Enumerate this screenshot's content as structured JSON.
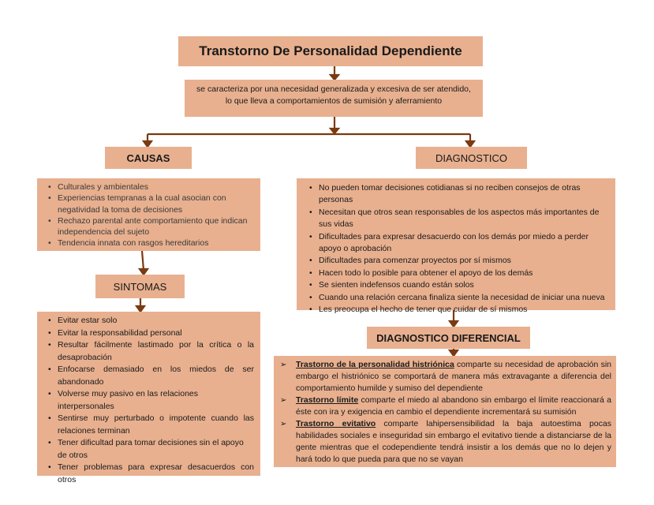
{
  "title": "Transtorno De Personalidad Dependiente",
  "description": "se caracteriza por una necesidad generalizada y excesiva de ser atendido, lo que lleva a comportamientos de sumisión y aferramiento",
  "causas": {
    "header": "CAUSAS",
    "items": [
      "Culturales y ambientales",
      "Experiencias tempranas a la cual asocian con negatividad la toma de decisiones",
      "Rechazo parental ante comportamiento que indican independencia del sujeto",
      "Tendencia innata con rasgos hereditarios"
    ]
  },
  "sintomas": {
    "header": "SINTOMAS",
    "items": [
      "Evitar estar solo",
      "Evitar la responsabilidad personal",
      "Resultar fácilmente lastimado por la crítica o la desaprobación",
      "Enfocarse demasiado en los miedos de ser abandonado",
      "Volverse muy pasivo en las relaciones interpersonales",
      "Sentirse muy perturbado o impotente cuando las relaciones terminan",
      "Tener dificultad para tomar decisiones sin el apoyo de otros",
      "Tener problemas para expresar desacuerdos con otros"
    ]
  },
  "diagnostico": {
    "header": "DIAGNOSTICO",
    "items": [
      "No pueden tomar decisiones cotidianas si no reciben consejos de otras personas",
      "Necesitan que otros sean responsables de los aspectos más importantes de sus vidas",
      "Dificultades para expresar desacuerdo con los demás por miedo a perder apoyo o aprobación",
      "Dificultades para comenzar proyectos por sí mismos",
      "Hacen todo lo posible para obtener el apoyo de los demás",
      "Se sienten indefensos cuando están solos",
      "Cuando una relación cercana finaliza siente la necesidad de iniciar una nueva",
      "Les preocupa el hecho de tener que cuidar de sí mismos"
    ]
  },
  "diagnostico_diferencial": {
    "header": "DIAGNOSTICO DIFERENCIAL",
    "items": [
      {
        "term": "Trastorno de la personalidad histriónica",
        "text": " comparte su necesidad de aprobación sin embargo el histriónico se comportará de manera más extravagante a diferencia del comportamiento humilde y sumiso del dependiente"
      },
      {
        "term": "Trastorno límite",
        "text": " comparte el miedo al abandono sin embargo el límite reaccionará a éste con ira y exigencia en cambio el dependiente incrementará su sumisión"
      },
      {
        "term": "Trastorno evitativo",
        "text": " comparte lahipersensibilidad la baja autoestima pocas habilidades sociales e inseguridad sin embargo el evitativo tiende a distanciarse de la gente mientras que el codependiente tendrá insistir a los demás que no lo dejen y hará todo lo que pueda para que no se vayan"
      }
    ]
  },
  "colors": {
    "box": "#e8b08f",
    "connector": "#7a3a12"
  }
}
